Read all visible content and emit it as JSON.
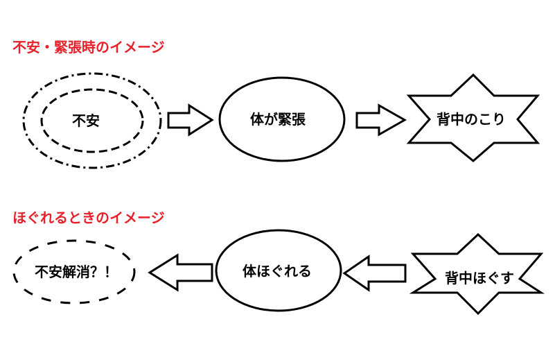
{
  "colors": {
    "heading": "#e8202a",
    "stroke": "#000000",
    "fill": "#ffffff",
    "text": "#000000"
  },
  "section_tension": {
    "title": "不安・緊張時のイメージ",
    "nodes": {
      "anxiety": "不安",
      "body_tense": "体が緊張",
      "back_stiffness": "背中のこり"
    }
  },
  "section_relax": {
    "title": "ほぐれるときのイメージ",
    "nodes": {
      "anxiety_relieved": "不安解消？！",
      "body_loosens": "体ほぐれる",
      "loosen_back": "背中ほぐす"
    }
  }
}
